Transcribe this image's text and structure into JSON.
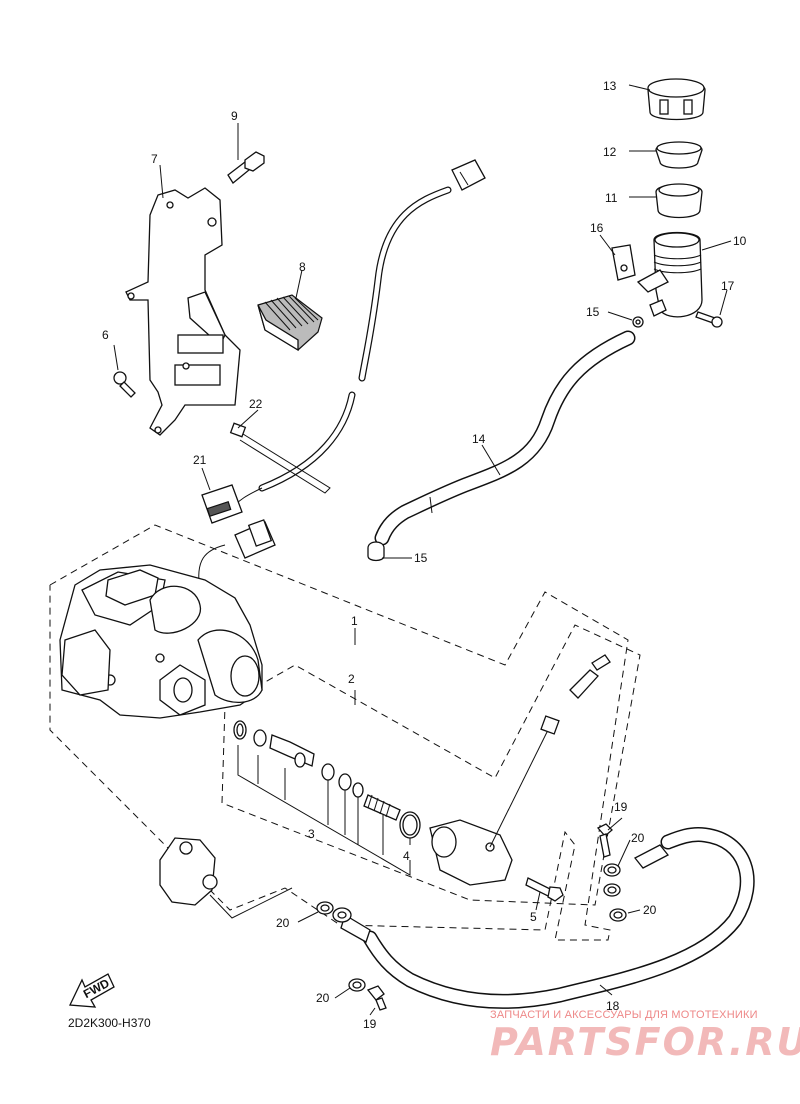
{
  "diagram_code": "2D2K300-H370",
  "fwd_label": "FWD",
  "watermark": {
    "caption": "ЗАПЧАСТИ И АКСЕССУАРЫ ДЛЯ МОТОТЕХНИКИ",
    "brand": "PARTSFOR.RU"
  },
  "callouts": {
    "c1": "1",
    "c2": "2",
    "c3": "3",
    "c4": "4",
    "c5": "5",
    "c6": "6",
    "c7": "7",
    "c8": "8",
    "c9": "9",
    "c10": "10",
    "c11": "11",
    "c12": "12",
    "c13": "13",
    "c14": "14",
    "c15a": "15",
    "c15b": "15",
    "c16": "16",
    "c17": "17",
    "c18": "18",
    "c19a": "19",
    "c19b": "19",
    "c20a": "20",
    "c20b": "20",
    "c20c": "20",
    "c20d": "20",
    "c21": "21",
    "c22": "22"
  }
}
